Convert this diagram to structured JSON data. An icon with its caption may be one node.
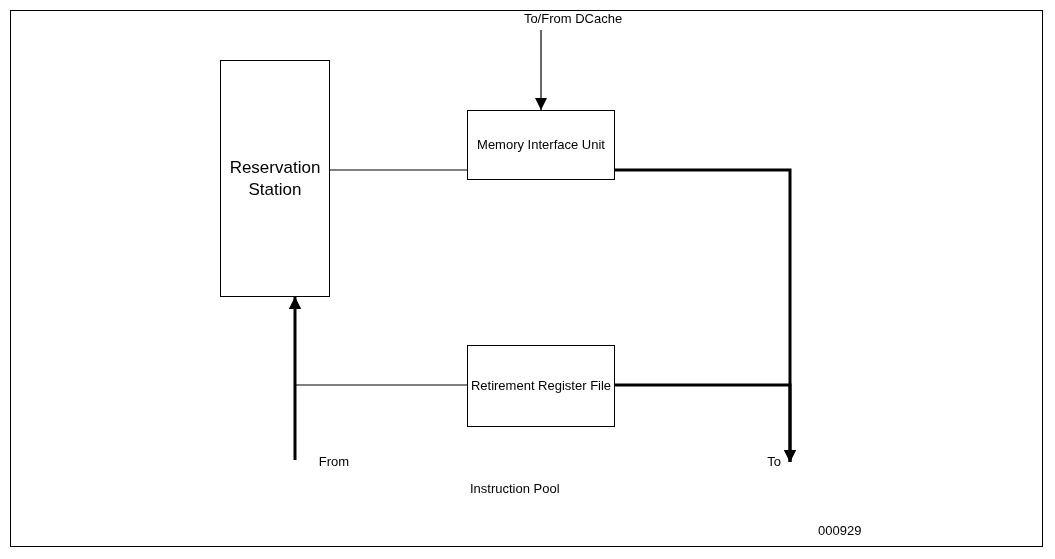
{
  "diagram": {
    "nodes": [
      {
        "text": [
          "Reservation Station"
        ]
      },
      {
        "text": [
          "Memory Interface Unit"
        ]
      },
      {
        "text": [
          "Retirement Register File"
        ]
      },
      {
        "text": [
          "To/From DCache"
        ]
      },
      {
        "text": [
          "From"
        ]
      },
      {
        "text": [
          "To"
        ]
      }
    ],
    "edges": [
      {
        "from": 3,
        "to": 1,
        "arrow": "to"
      },
      {
        "from": 0,
        "to": 1,
        "arrow": "none"
      },
      {
        "from": 4,
        "to": 0,
        "arrow": "to",
        "style": "thick"
      },
      {
        "from": 2,
        "to": 0,
        "arrow": "to"
      },
      {
        "from": 1,
        "to": 5,
        "arrow": "to",
        "style": "thick"
      },
      {
        "from": 2,
        "to": 5,
        "arrow": "to",
        "style": "thick"
      }
    ],
    "labels": [
      "Instruction Pool",
      "000929"
    ]
  }
}
